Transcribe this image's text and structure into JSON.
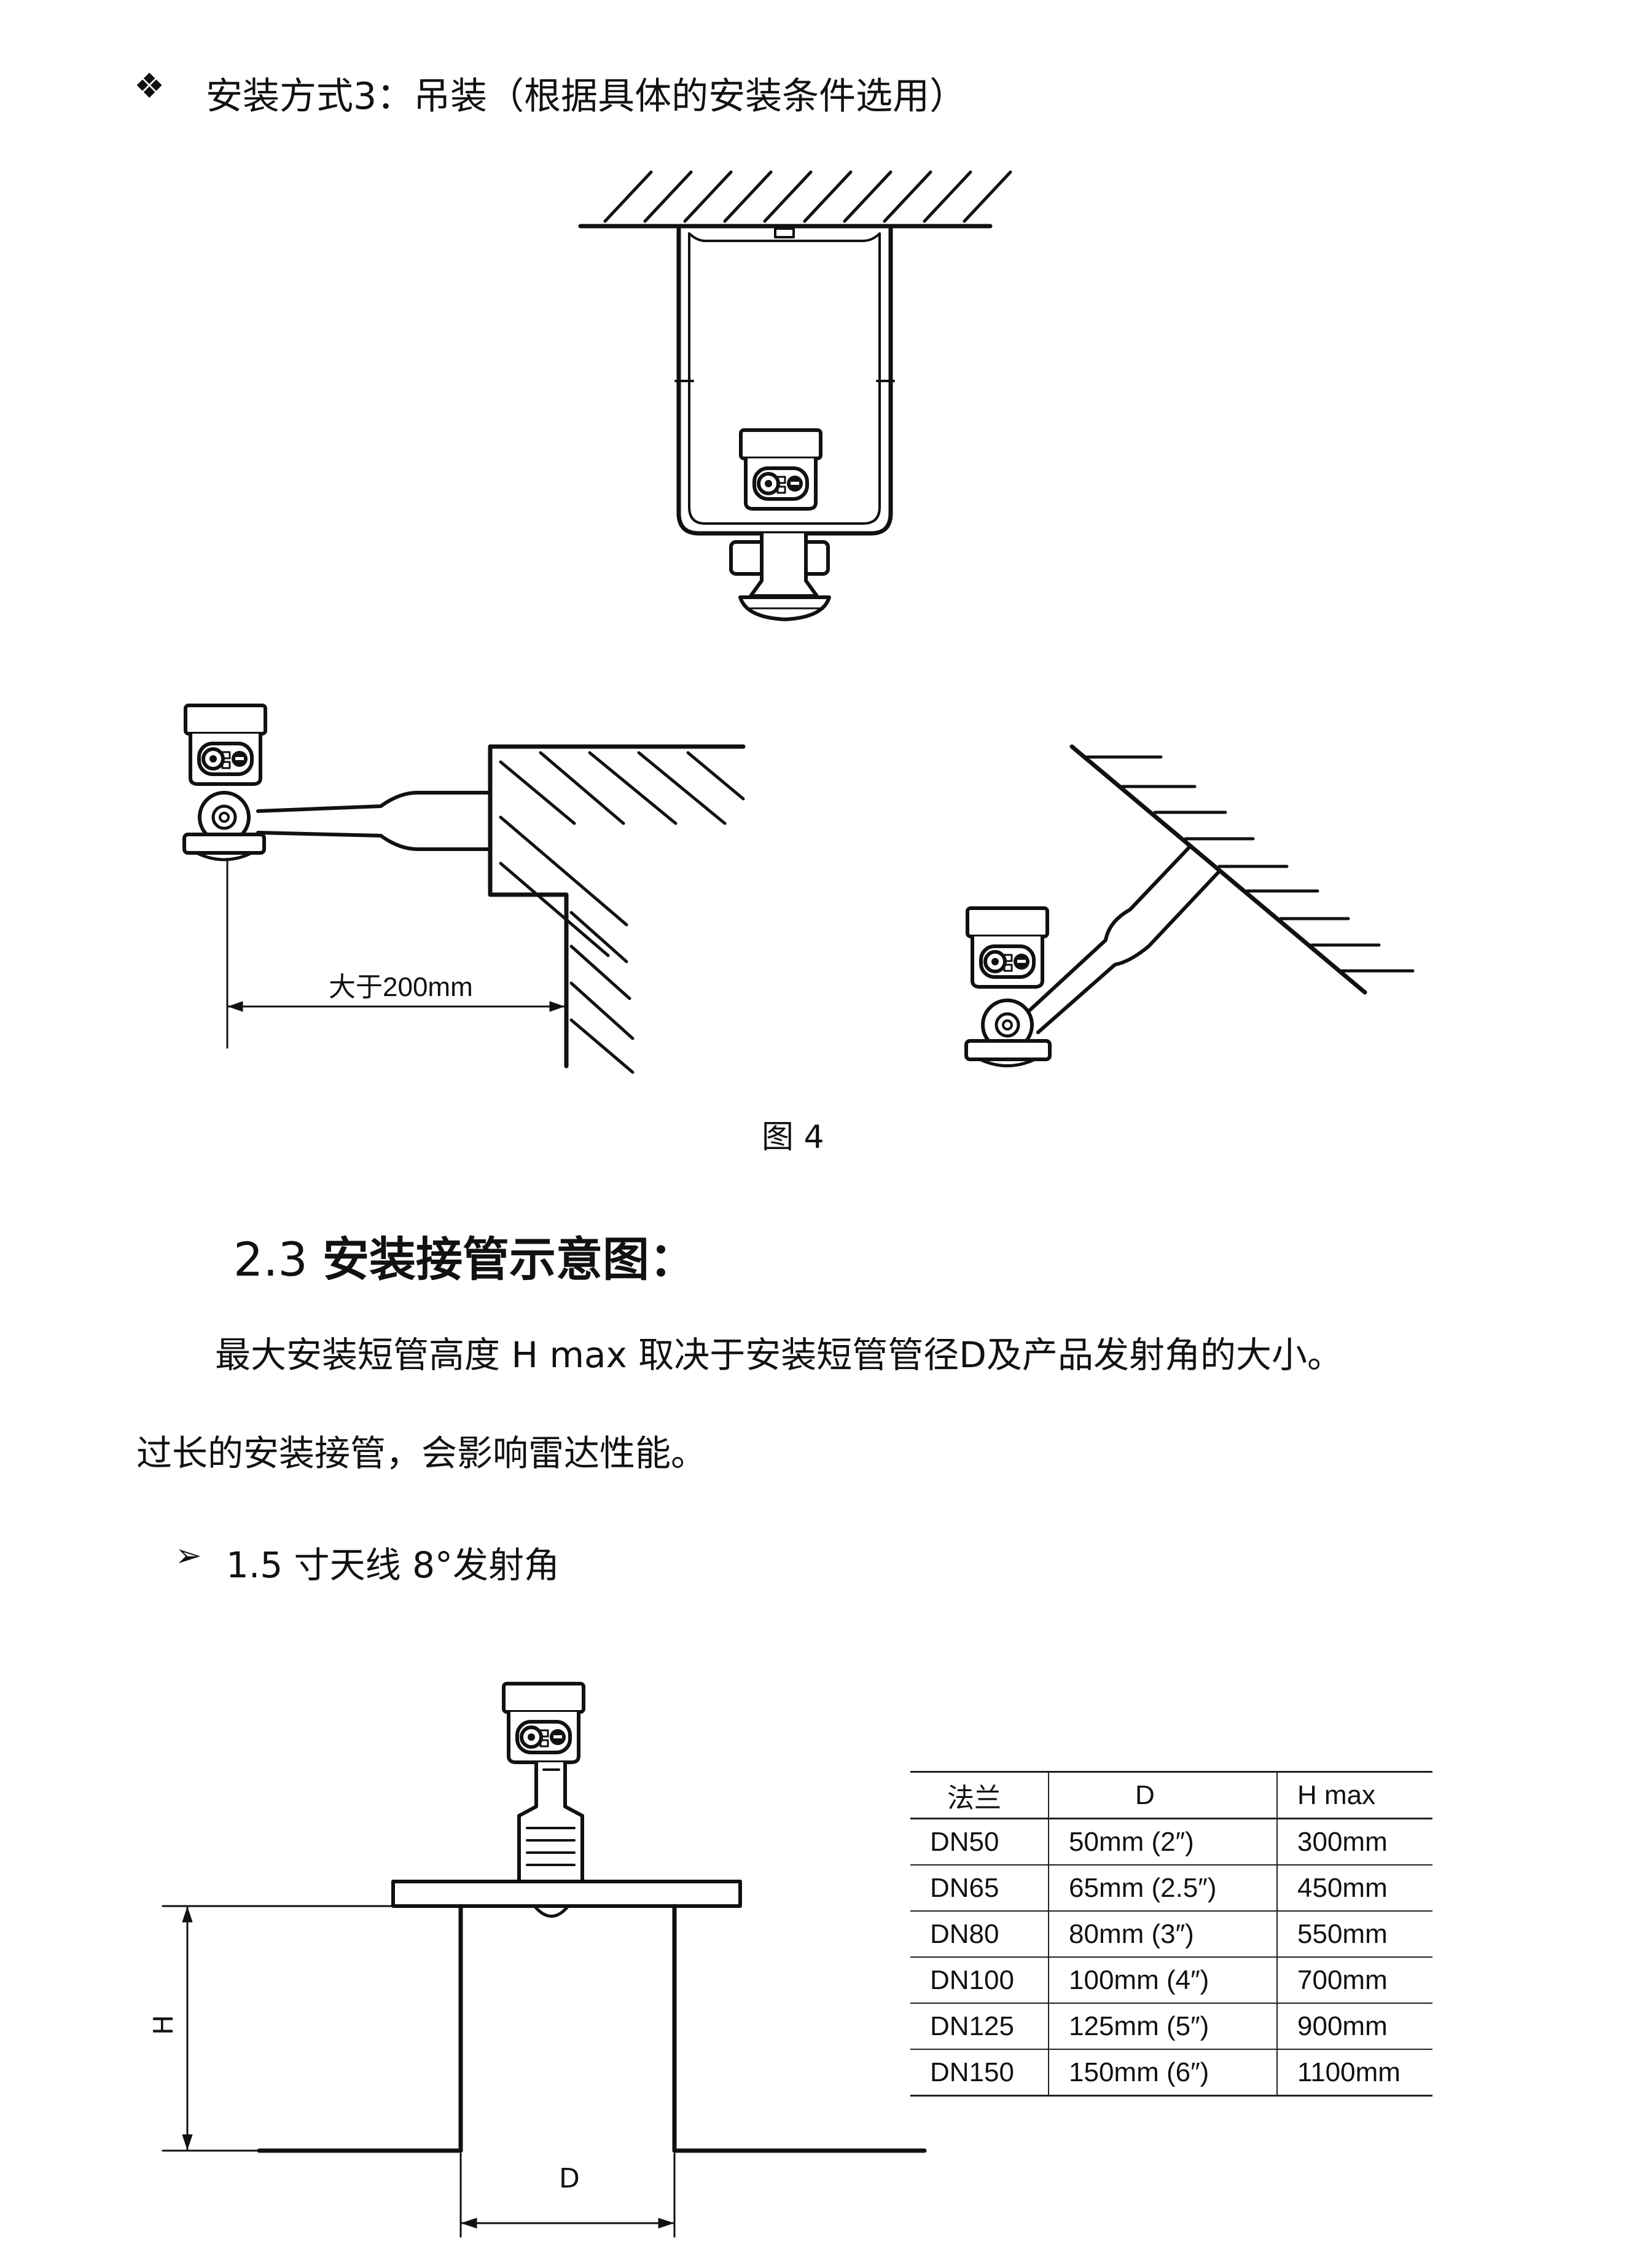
{
  "section_bullet": {
    "glyph": "❖",
    "text": "安装方式3：吊装（根据具体的安装条件选用）"
  },
  "figure4": {
    "dimension_label": "大于200mm",
    "caption": "图  4"
  },
  "section_2_3": {
    "number": "2.3",
    "title": "安装接管示意图："
  },
  "paragraph": {
    "line1": "最大安装短管高度  H max  取决于安装短管管径D及产品发射角的大小。",
    "line2": "过长的安装接管，会影响雷达性能。"
  },
  "antenna_item": {
    "glyph": "➢",
    "text": "1.5 寸天线 8°发射角"
  },
  "pipe_figure": {
    "h_label": "H",
    "d_label": "D"
  },
  "flange_table": {
    "headers": [
      "法兰",
      "D",
      "H  max"
    ],
    "rows": [
      [
        "DN50",
        "50mm  (2″)",
        "300mm"
      ],
      [
        "DN65",
        "65mm  (2.5″)",
        "450mm"
      ],
      [
        "DN80",
        "80mm  (3″)",
        "550mm"
      ],
      [
        "DN100",
        "100mm (4″)",
        "700mm"
      ],
      [
        "DN125",
        "125mm (5″)",
        "900mm"
      ],
      [
        "DN150",
        "150mm (6″)",
        "1100mm"
      ]
    ]
  }
}
